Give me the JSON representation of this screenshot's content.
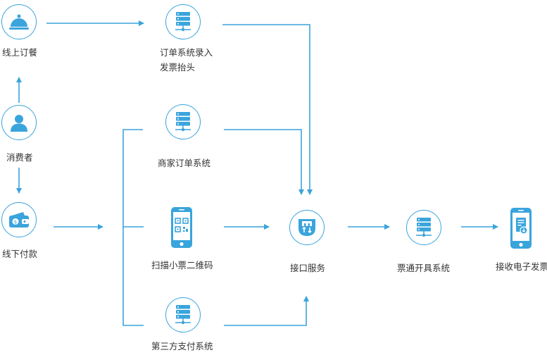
{
  "colors": {
    "accent": "#3aa4dc",
    "line": "#3aa4dc",
    "text": "#333333"
  },
  "nodes": {
    "online_order": {
      "label": "线上订餐",
      "icon": "cloche-icon"
    },
    "consumer": {
      "label": "消费者",
      "icon": "user-icon"
    },
    "offline_payment": {
      "label": "线下付款",
      "icon": "wallet-icon"
    },
    "order_system": {
      "label_line1": "订单系统录入",
      "label_line2": "发票抬头",
      "icon": "server-icon"
    },
    "merchant_order_system": {
      "label": "商家订单系统",
      "icon": "server-icon"
    },
    "scan_receipt_qr": {
      "label": "扫描小票二维码",
      "icon": "phone-qr-icon"
    },
    "third_party_payment": {
      "label": "第三方支付系统",
      "icon": "server-icon"
    },
    "interface_service": {
      "label": "接口服务",
      "icon": "interface-icon"
    },
    "invoicing_system": {
      "label": "票通开具系统",
      "icon": "server-icon"
    },
    "receive_e_invoice": {
      "label": "接收电子发票",
      "icon": "phone-invoice-icon"
    }
  }
}
